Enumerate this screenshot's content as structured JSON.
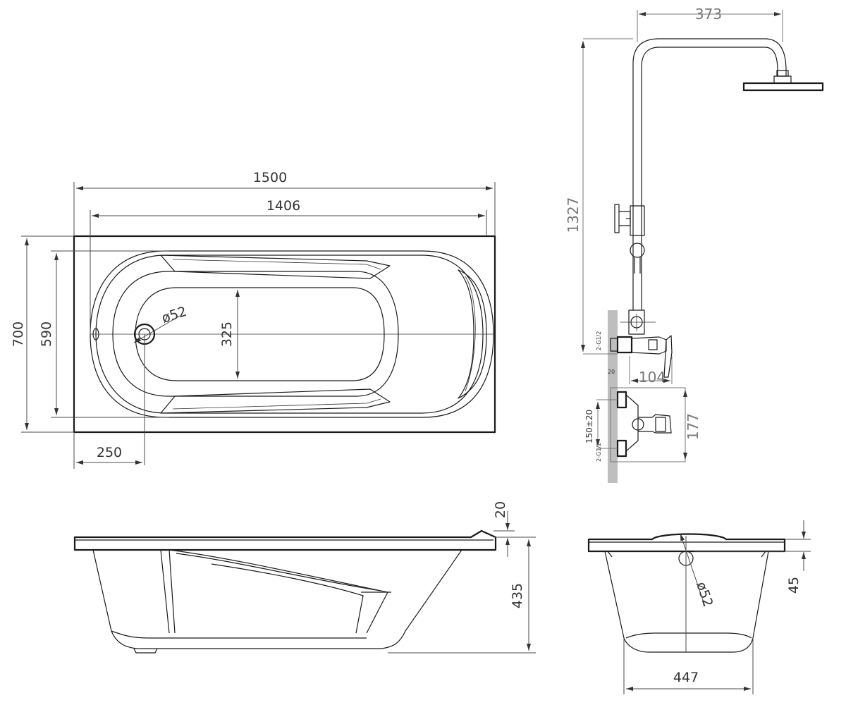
{
  "dimensions": {
    "top_view": {
      "overall_length": "1500",
      "inner_length": "1406",
      "overall_width": "700",
      "inner_width": "590",
      "basin_width": "325",
      "drain_diameter": "ø52",
      "drain_offset": "250"
    },
    "shower": {
      "arm_length": "373",
      "column_height": "1327",
      "mixer_depth": "104",
      "mixer_height": "177",
      "mixer_spacing": "150±20",
      "connection_top": "20",
      "connection_label_1": "2-G1/2",
      "connection_label_2": "2-G1/2"
    },
    "side_view": {
      "rim_thickness": "20",
      "height": "435"
    },
    "end_view": {
      "drain_depth": "45",
      "drain_diameter": "ø52",
      "bottom_width": "447"
    }
  }
}
